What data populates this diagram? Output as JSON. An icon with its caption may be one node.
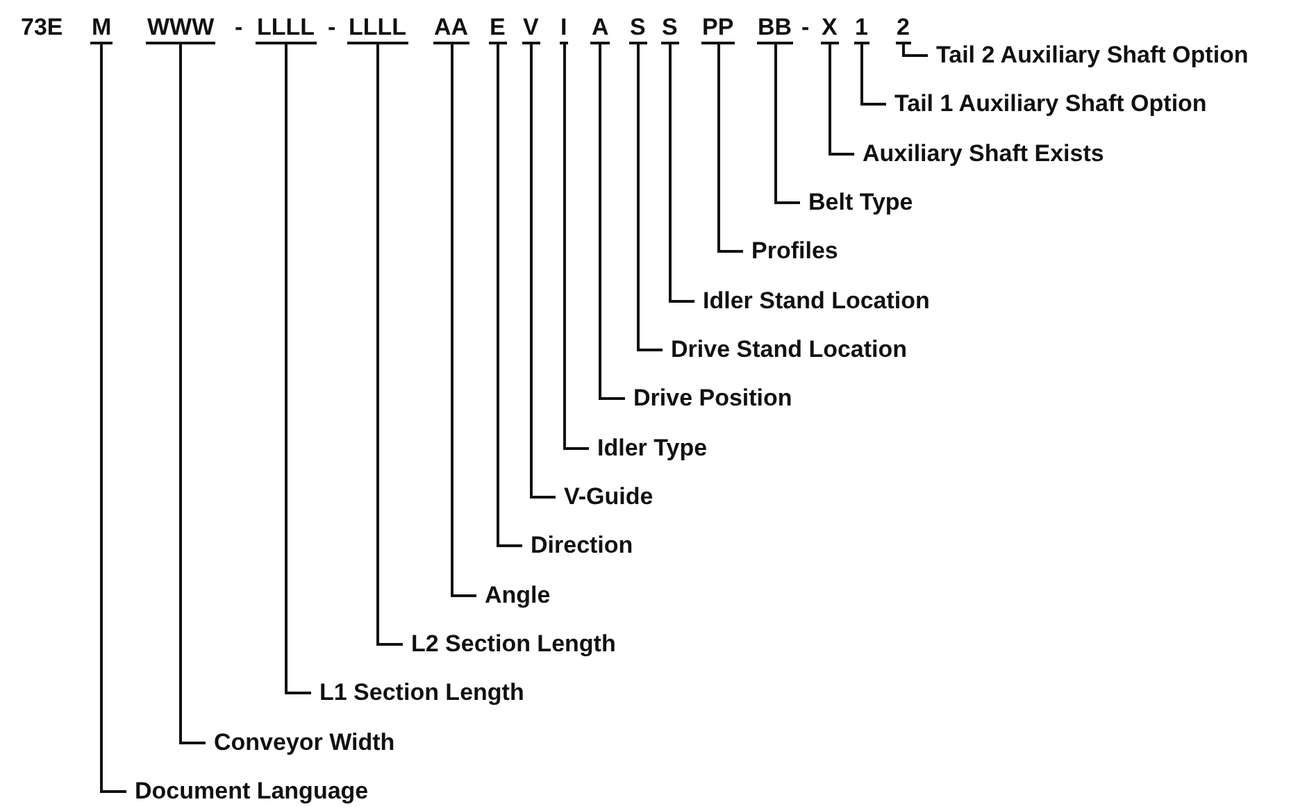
{
  "diagram": {
    "nodes": [
      {
        "text": [
          "M"
        ]
      },
      {
        "text": [
          "WWW"
        ]
      },
      {
        "text": [
          "LLLL"
        ]
      },
      {
        "text": [
          "LLLL"
        ]
      },
      {
        "text": [
          "AA"
        ]
      },
      {
        "text": [
          "E"
        ]
      },
      {
        "text": [
          "V"
        ]
      },
      {
        "text": [
          "I"
        ]
      },
      {
        "text": [
          "A"
        ]
      },
      {
        "text": [
          "S"
        ]
      },
      {
        "text": [
          "S"
        ]
      },
      {
        "text": [
          "PP"
        ]
      },
      {
        "text": [
          "BB"
        ]
      },
      {
        "text": [
          "X"
        ]
      },
      {
        "text": [
          "1"
        ]
      },
      {
        "text": [
          "2"
        ]
      },
      {
        "text": [
          "Tail 2 Auxiliary Shaft Option"
        ]
      },
      {
        "text": [
          "Tail 1 Auxiliary Shaft Option"
        ]
      },
      {
        "text": [
          "Auxiliary Shaft Exists"
        ]
      },
      {
        "text": [
          "Belt Type"
        ]
      },
      {
        "text": [
          "Profiles"
        ]
      },
      {
        "text": [
          "Idler Stand Location"
        ]
      },
      {
        "text": [
          "Drive Stand Location"
        ]
      },
      {
        "text": [
          "Drive Position"
        ]
      },
      {
        "text": [
          "Idler Type"
        ]
      },
      {
        "text": [
          "V-Guide"
        ]
      },
      {
        "text": [
          "Direction"
        ]
      },
      {
        "text": [
          "Angle"
        ]
      },
      {
        "text": [
          "L2 Section Length"
        ]
      },
      {
        "text": [
          "L1 Section Length"
        ]
      },
      {
        "text": [
          "Conveyor Width"
        ]
      },
      {
        "text": [
          "Document Language"
        ]
      }
    ],
    "edges": [
      {
        "from": 0,
        "to": 31,
        "arrow": "none"
      },
      {
        "from": 1,
        "to": 30,
        "arrow": "none"
      },
      {
        "from": 2,
        "to": 29,
        "arrow": "none"
      },
      {
        "from": 3,
        "to": 28,
        "arrow": "none"
      },
      {
        "from": 4,
        "to": 27,
        "arrow": "none"
      },
      {
        "from": 5,
        "to": 26,
        "arrow": "none"
      },
      {
        "from": 6,
        "to": 25,
        "arrow": "none"
      },
      {
        "from": 7,
        "to": 24,
        "arrow": "none"
      },
      {
        "from": 8,
        "to": 23,
        "arrow": "none"
      },
      {
        "from": 9,
        "to": 22,
        "arrow": "none"
      },
      {
        "from": 10,
        "to": 21,
        "arrow": "none"
      },
      {
        "from": 11,
        "to": 20,
        "arrow": "none"
      },
      {
        "from": 12,
        "to": 19,
        "arrow": "none"
      },
      {
        "from": 13,
        "to": 18,
        "arrow": "none"
      },
      {
        "from": 14,
        "to": 17,
        "arrow": "none"
      },
      {
        "from": 15,
        "to": 16,
        "arrow": "none"
      }
    ],
    "labels": [
      "73E",
      "-",
      "-",
      "-"
    ]
  }
}
